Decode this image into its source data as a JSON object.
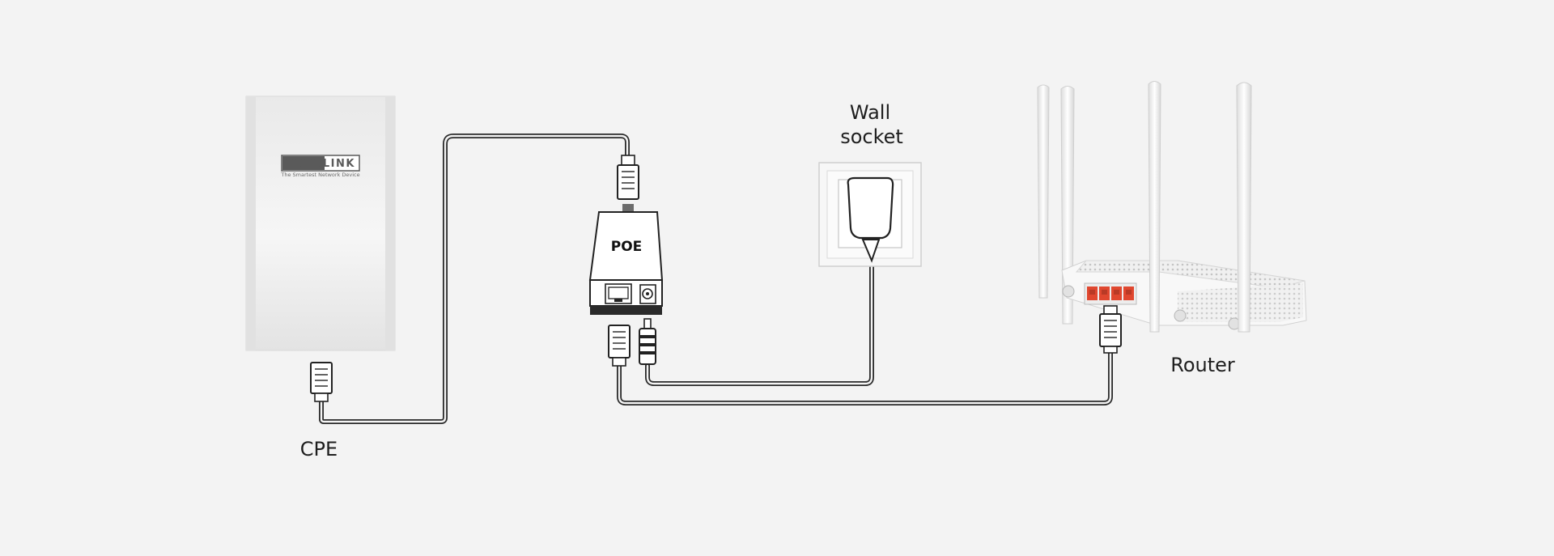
{
  "labels": {
    "cpe": "CPE",
    "poe": "POE",
    "wall_socket_line1": "Wall",
    "wall_socket_line2": "socket",
    "router": "Router"
  },
  "cpe_brand": {
    "name": "TOTOLINK",
    "tagline": "The Smartest Network Device"
  },
  "colors": {
    "background": "#f3f3f3",
    "cable": "#2a2a2a",
    "router_port": "#e0472f",
    "text": "#1e1e1e"
  }
}
